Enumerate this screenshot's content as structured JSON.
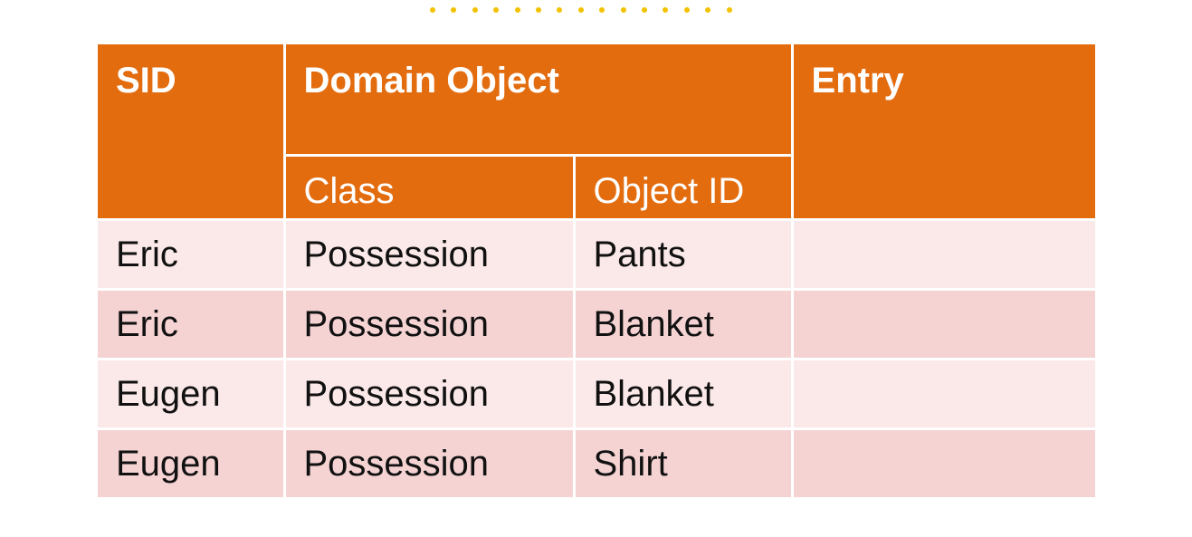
{
  "colors": {
    "header_bg": "#e36c0f",
    "row_light": "#fbe8e8",
    "row_dark": "#f5d3d3",
    "dot_color": "#f2c200",
    "header_text": "#ffffff"
  },
  "decoration": {
    "dot_count": 15
  },
  "table": {
    "headers": {
      "sid": "SID",
      "domain_object": "Domain Object",
      "entry": "Entry",
      "class": "Class",
      "object_id": "Object ID"
    },
    "rows": [
      {
        "sid": "Eric",
        "class": "Possession",
        "object_id": "Pants",
        "entry": ""
      },
      {
        "sid": "Eric",
        "class": "Possession",
        "object_id": "Blanket",
        "entry": ""
      },
      {
        "sid": "Eugen",
        "class": "Possession",
        "object_id": "Blanket",
        "entry": ""
      },
      {
        "sid": "Eugen",
        "class": "Possession",
        "object_id": "Shirt",
        "entry": ""
      }
    ]
  }
}
